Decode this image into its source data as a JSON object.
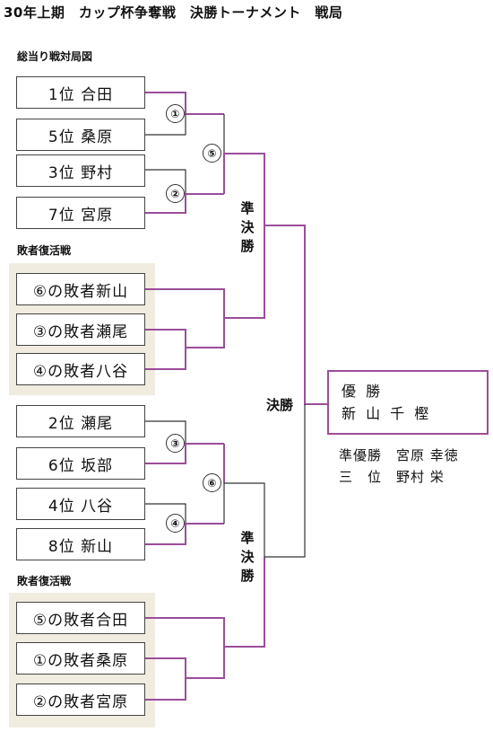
{
  "title": "30年上期　カップ杯争奪戦　決勝トーナメント　戦局",
  "section_top": "総当り戦対局図",
  "section_rep1": "敗者復活戦",
  "section_rep2": "敗者復活戦",
  "players": {
    "p1": "1位 合田",
    "p2": "5位 桑原",
    "p3": "3位 野村",
    "p4": "7位 宮原",
    "r1": "⑥の敗者新山",
    "r2": "③の敗者瀬尾",
    "r3": "④の敗者八谷",
    "p5": "2位 瀬尾",
    "p6": "6位 坂部",
    "p7": "4位 八谷",
    "p8": "8位 新山",
    "r4": "⑤の敗者合田",
    "r5": "①の敗者桑原",
    "r6": "②の敗者宮原"
  },
  "match_labels": {
    "m1": "①",
    "m2": "②",
    "m3": "③",
    "m4": "④",
    "m5": "⑤",
    "m6": "⑥"
  },
  "semifinal_label_top": "準決勝",
  "semifinal_label_bottom": "準決勝",
  "final_label": "決勝",
  "champion": {
    "label": "優 勝",
    "name": "新 山 千 樫"
  },
  "runner_up": "準優勝　宮原 幸徳",
  "third_place": "三　位　野村 栄",
  "colors": {
    "winner_line": "#9b4d9b",
    "line": "#333333",
    "panel": "#f0ecdf"
  }
}
